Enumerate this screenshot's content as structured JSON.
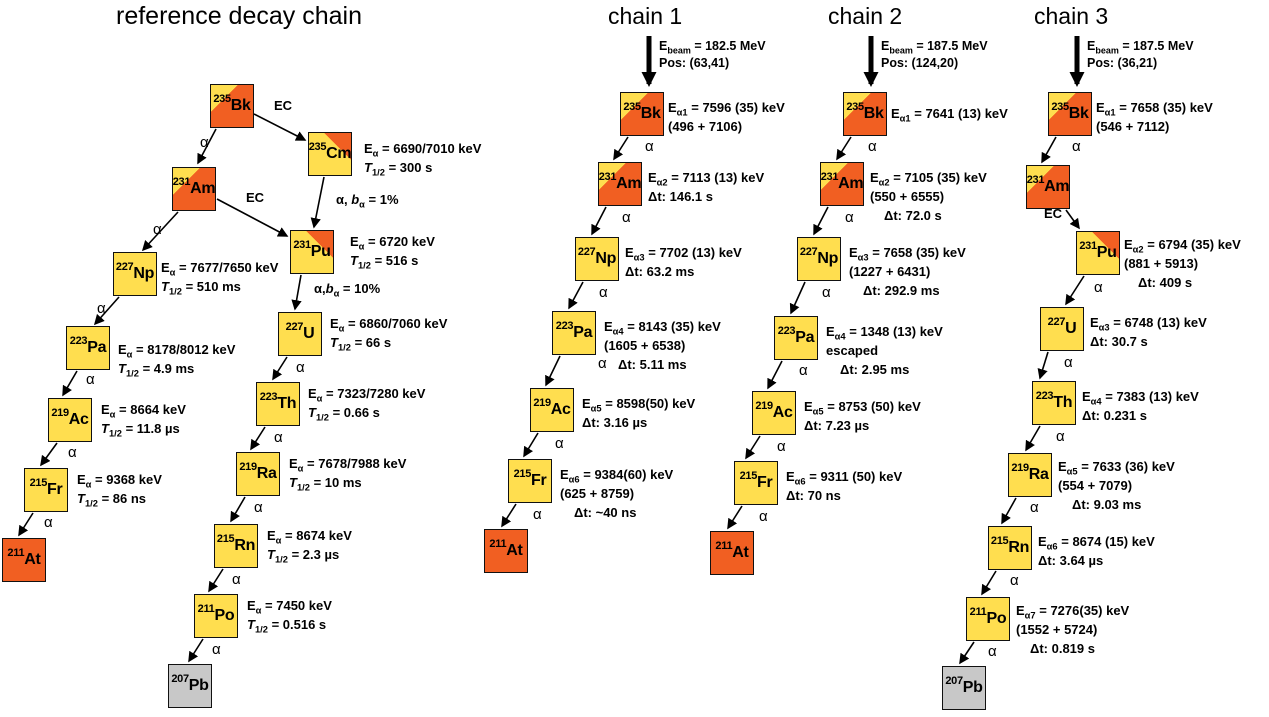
{
  "colors": {
    "yellow": "#FFDE4F",
    "orange": "#F15F22",
    "gray": "#C8C8C8"
  },
  "labels": {
    "alpha": "α",
    "ec": "EC"
  },
  "reference": {
    "title": "reference decay chain",
    "branch_cm_pu": "α, *b*_{α} = 1%",
    "branch_pu_u": "α,*b*_{α} = 10%",
    "nodes": {
      "bk235": {
        "mass": "235",
        "sym": "Bk"
      },
      "cm235": {
        "mass": "235",
        "sym": "Cm",
        "lines": [
          "E_{α} = 6690/7010 keV",
          "*T*_{1/2} = 300 s"
        ]
      },
      "am231": {
        "mass": "231",
        "sym": "Am"
      },
      "pu231": {
        "mass": "231",
        "sym": "Pu",
        "lines": [
          "E_{α} = 6720 keV",
          "*T*_{1/2} = 516 s"
        ]
      },
      "np227": {
        "mass": "227",
        "sym": "Np",
        "lines": [
          "E_{α} = 7677/7650 keV",
          "*T*_{1/2} = 510 ms"
        ]
      },
      "u227": {
        "mass": "227",
        "sym": "U",
        "lines": [
          "E_{α} = 6860/7060 keV",
          "*T*_{1/2} = 66 s"
        ]
      },
      "pa223": {
        "mass": "223",
        "sym": "Pa",
        "lines": [
          "E_{α} = 8178/8012 keV",
          "*T*_{1/2} = 4.9 ms"
        ]
      },
      "th223": {
        "mass": "223",
        "sym": "Th",
        "lines": [
          "E_{α} = 7323/7280 keV",
          "*T*_{1/2} = 0.66 s"
        ]
      },
      "ac219": {
        "mass": "219",
        "sym": "Ac",
        "lines": [
          "E_{α} = 8664 keV",
          "*T*_{1/2} = 11.8 µs"
        ]
      },
      "ra219": {
        "mass": "219",
        "sym": "Ra",
        "lines": [
          "E_{α} = 7678/7988 keV",
          "*T*_{1/2} = 10 ms"
        ]
      },
      "fr215": {
        "mass": "215",
        "sym": "Fr",
        "lines": [
          "E_{α} = 9368 keV",
          "*T*_{1/2} = 86 ns"
        ]
      },
      "rn215": {
        "mass": "215",
        "sym": "Rn",
        "lines": [
          "E_{α} = 8674 keV",
          "*T*_{1/2} = 2.3 µs"
        ]
      },
      "at211": {
        "mass": "211",
        "sym": "At"
      },
      "po211": {
        "mass": "211",
        "sym": "Po",
        "lines": [
          "E_{α} = 7450 keV",
          "*T*_{1/2} = 0.516 s"
        ]
      },
      "pb207": {
        "mass": "207",
        "sym": "Pb"
      }
    }
  },
  "chain1": {
    "title": "chain 1",
    "beam_energy": "E_{beam} = 182.5 MeV",
    "beam_pos": "Pos: (63,41)",
    "nodes": {
      "bk235": {
        "mass": "235",
        "sym": "Bk",
        "lines": [
          "E_{α1} = 7596 (35) keV",
          "(496 + 7106)"
        ]
      },
      "am231": {
        "mass": "231",
        "sym": "Am",
        "lines": [
          "E_{α2} = 7113 (13) keV",
          "Δt: 146.1 s"
        ]
      },
      "np227": {
        "mass": "227",
        "sym": "Np",
        "lines": [
          "E_{α3} = 7702 (13) keV",
          "Δt: 63.2 ms"
        ]
      },
      "pa223": {
        "mass": "223",
        "sym": "Pa",
        "lines": [
          "E_{α4} = 8143 (35) keV",
          "(1605 + 6538)",
          "Δt: 5.11 ms"
        ]
      },
      "ac219": {
        "mass": "219",
        "sym": "Ac",
        "lines": [
          "E_{α5} = 8598(50) keV",
          "Δt: 3.16 µs"
        ]
      },
      "fr215": {
        "mass": "215",
        "sym": "Fr",
        "lines": [
          "E_{α6} = 9384(60) keV",
          "(625 + 8759)",
          "Δt: ~40 ns"
        ]
      },
      "at211": {
        "mass": "211",
        "sym": "At"
      }
    }
  },
  "chain2": {
    "title": "chain 2",
    "beam_energy": "E_{beam} = 187.5 MeV",
    "beam_pos": "Pos: (124,20)",
    "nodes": {
      "bk235": {
        "mass": "235",
        "sym": "Bk",
        "lines": [
          "E_{α1} = 7641 (13) keV"
        ]
      },
      "am231": {
        "mass": "231",
        "sym": "Am",
        "lines": [
          "E_{α2} = 7105 (35) keV",
          "(550 + 6555)",
          "Δt: 72.0 s"
        ]
      },
      "np227": {
        "mass": "227",
        "sym": "Np",
        "lines": [
          "E_{α3} = 7658 (35) keV",
          "(1227 + 6431)",
          "Δt: 292.9 ms"
        ]
      },
      "pa223": {
        "mass": "223",
        "sym": "Pa",
        "lines": [
          "E_{α4} = 1348 (13) keV",
          "escaped",
          "Δt: 2.95 ms"
        ]
      },
      "ac219": {
        "mass": "219",
        "sym": "Ac",
        "lines": [
          "E_{α5} = 8753 (50) keV",
          "Δt: 7.23 µs"
        ]
      },
      "fr215": {
        "mass": "215",
        "sym": "Fr",
        "lines": [
          "E_{α6} = 9311 (50) keV",
          "Δt: 70 ns"
        ]
      },
      "at211": {
        "mass": "211",
        "sym": "At"
      }
    }
  },
  "chain3": {
    "title": "chain 3",
    "beam_energy": "E_{beam} = 187.5 MeV",
    "beam_pos": "Pos: (36,21)",
    "nodes": {
      "bk235": {
        "mass": "235",
        "sym": "Bk",
        "lines": [
          "E_{α1} = 7658 (35) keV",
          "(546 + 7112)"
        ]
      },
      "am231": {
        "mass": "231",
        "sym": "Am"
      },
      "pu231": {
        "mass": "231",
        "sym": "Pu",
        "lines": [
          "E_{α2} = 6794 (35) keV",
          "(881 + 5913)",
          "Δt: 409 s"
        ]
      },
      "u227": {
        "mass": "227",
        "sym": "U",
        "lines": [
          "E_{α3} = 6748 (13) keV",
          "Δt: 30.7 s"
        ]
      },
      "th223": {
        "mass": "223",
        "sym": "Th",
        "lines": [
          "E_{α4} = 7383 (13) keV",
          "Δt: 0.231 s"
        ]
      },
      "ra219": {
        "mass": "219",
        "sym": "Ra",
        "lines": [
          "E_{α5} = 7633 (36) keV",
          "(554 + 7079)",
          "Δt: 9.03 ms"
        ]
      },
      "rn215": {
        "mass": "215",
        "sym": "Rn",
        "lines": [
          "E_{α6} = 8674 (15) keV",
          "Δt: 3.64 µs"
        ]
      },
      "po211": {
        "mass": "211",
        "sym": "Po",
        "lines": [
          "E_{α7} = 7276(35) keV",
          "(1552 + 5724)",
          "Δt: 0.819 s"
        ]
      },
      "pb207": {
        "mass": "207",
        "sym": "Pb"
      }
    }
  }
}
